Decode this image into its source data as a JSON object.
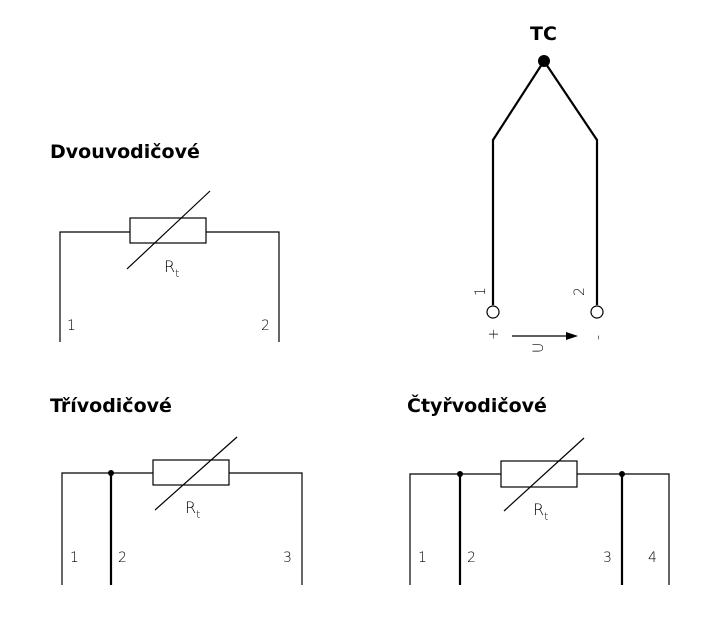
{
  "two_wire": {
    "title": "Dvouvodičové",
    "resistor_label": "R",
    "resistor_sub": "t",
    "terminals": [
      "1",
      "2"
    ]
  },
  "three_wire": {
    "title": "Třívodičové",
    "resistor_label": "R",
    "resistor_sub": "t",
    "terminals": [
      "1",
      "2",
      "3"
    ]
  },
  "four_wire": {
    "title": "Čtyřvodičové",
    "resistor_label": "R",
    "resistor_sub": "t",
    "terminals": [
      "1",
      "2",
      "3",
      "4"
    ]
  },
  "thermocouple": {
    "title": "TC",
    "terminals": [
      "1",
      "2"
    ],
    "plus": "+",
    "minus": "-",
    "voltage": "U"
  }
}
